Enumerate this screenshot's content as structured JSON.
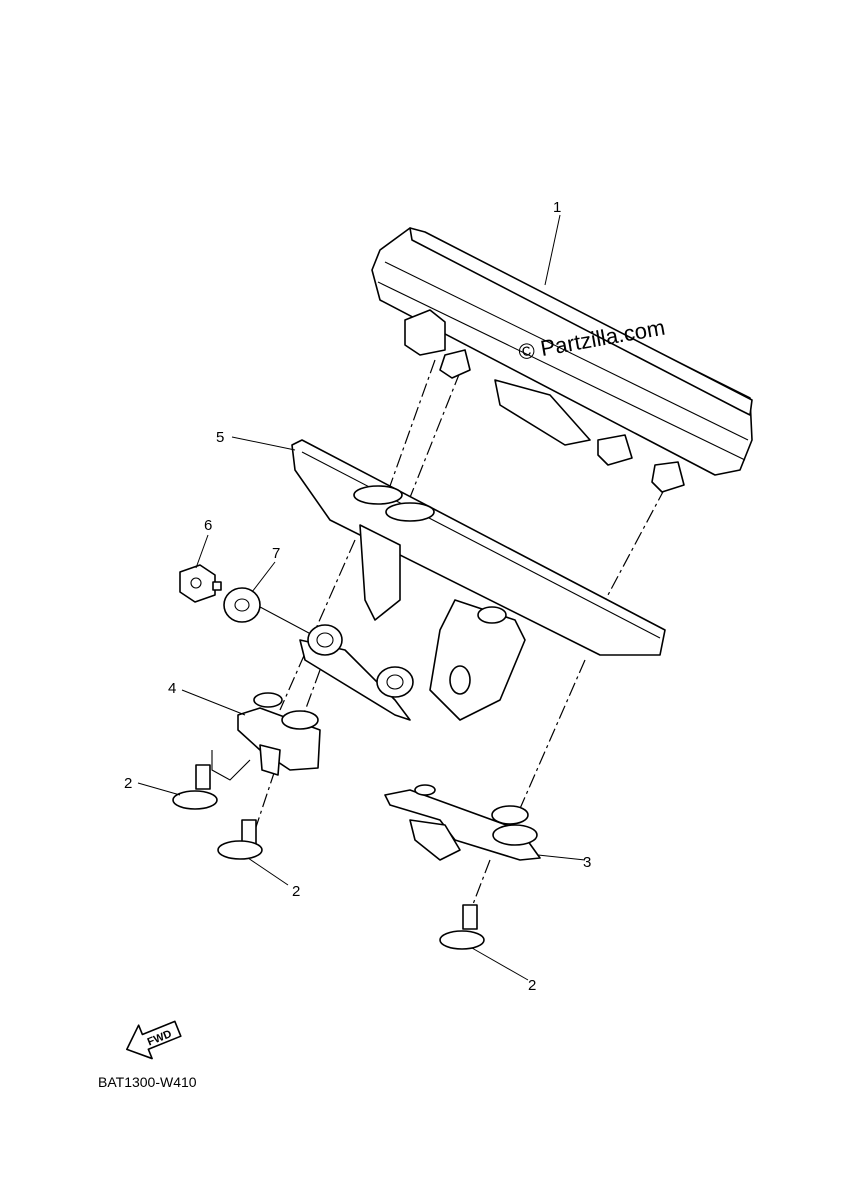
{
  "watermark": "© Partzilla.com",
  "diagram_code": "BAT1300-W410",
  "fwd_label": "FWD",
  "callouts": {
    "c1": "1",
    "c2a": "2",
    "c2b": "2",
    "c2c": "2",
    "c3": "3",
    "c4": "4",
    "c5": "5",
    "c6": "6",
    "c7": "7"
  }
}
